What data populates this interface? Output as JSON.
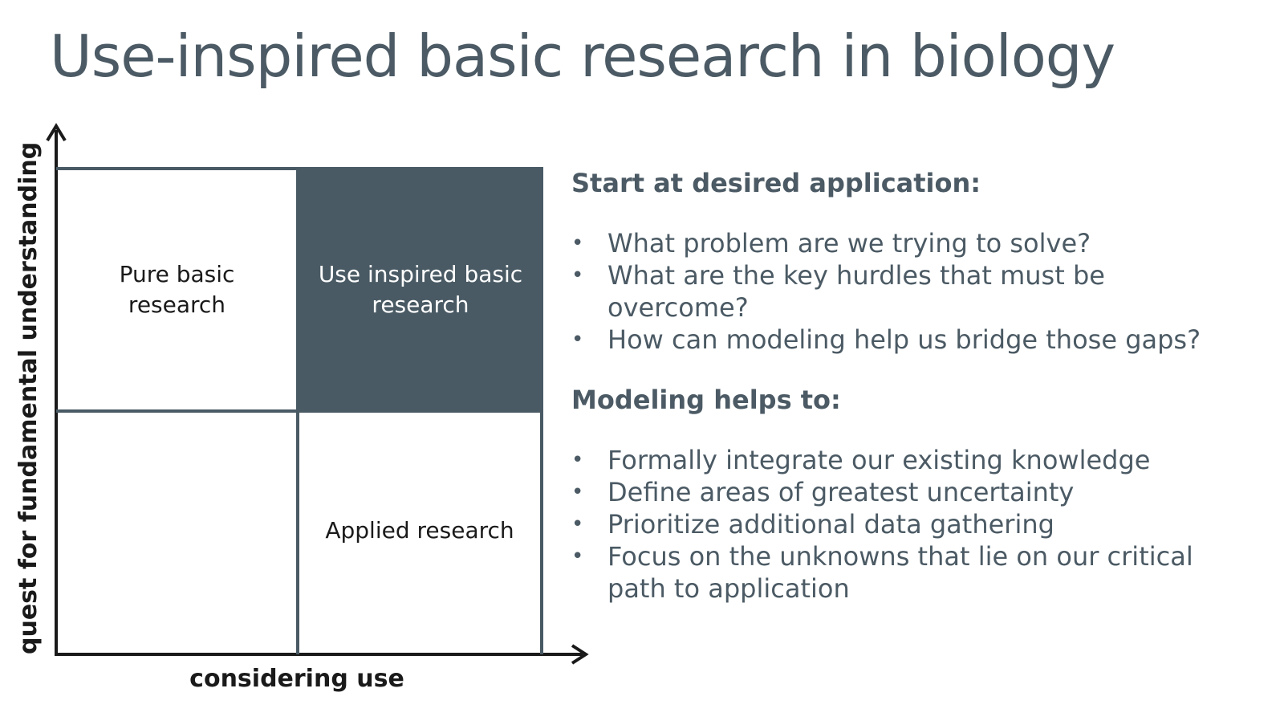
{
  "slide": {
    "title": "Use-inspired basic research in biology"
  },
  "diagram": {
    "quadrants": {
      "top_left": "Pure basic research",
      "top_right": "Use inspired basic research",
      "bottom_left": "",
      "bottom_right": "Applied research"
    },
    "x_axis_label": "considering use",
    "y_axis_label": "quest for fundamental understanding",
    "highlight_color": "#495a64"
  },
  "panel": {
    "heading1": "Start at desired application:",
    "bullets1": [
      "What problem are we trying to solve?",
      "What are the key hurdles that must be overcome?",
      "How can modeling help us bridge those gaps?"
    ],
    "heading2": "Modeling helps to:",
    "bullets2": [
      "Formally integrate our existing knowledge",
      "Define areas of greatest uncertainty",
      "Prioritize additional data gathering",
      "Focus on the unknowns that lie on our critical path to application"
    ],
    "bullet_glyph": "•"
  }
}
